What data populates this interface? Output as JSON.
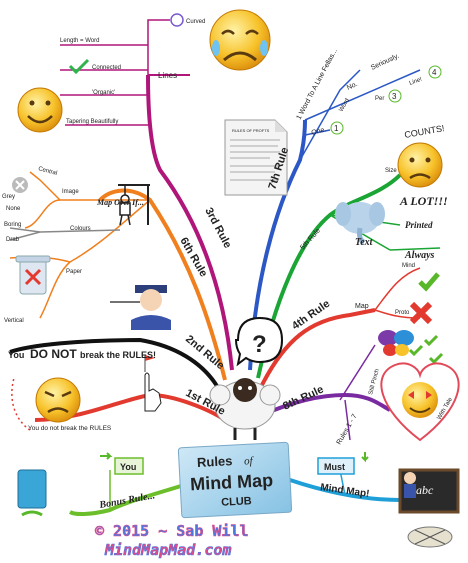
{
  "center": {
    "title_line1": "Rules",
    "title_of": "of",
    "title_line2": "Mind Map",
    "title_line3": "CLUB"
  },
  "branches": {
    "rule1": "1st Rule",
    "rule2": "2nd Rule",
    "rule3": "3rd Rule",
    "rule4": "4th Rule",
    "rule5": "5th Rule",
    "rule6": "6th Rule",
    "rule7": "7th Rule",
    "rule8": "8th Rule"
  },
  "lines_branch": {
    "label": "Lines",
    "curved": "Curved",
    "length": "Length = Word",
    "connected": "Connected",
    "organic": "'Organic'",
    "tapering": "Tapering Beautifully"
  },
  "map_over": {
    "label": "Map Over If...",
    "image": "Image",
    "central": "Central",
    "grey": "Grey",
    "none": "None",
    "colours": "Colours",
    "boring": "Boring",
    "drab": "Drab",
    "paper": "Paper",
    "vertical": "Vertical"
  },
  "rule2_text": {
    "you": "You",
    "do_not": "DO NOT",
    "break": "break the RULES!"
  },
  "rule1_text": "You do not break the RULES",
  "rule7": {
    "one_word": "1 Word To A Line Fellas...",
    "no": "No.",
    "seriously": "Seriously.",
    "one": "One.",
    "num1": "1",
    "word": "Word",
    "per": "Per",
    "num3": "3",
    "line": "Line!",
    "num4": "4"
  },
  "rule5": {
    "size": "Size",
    "counts": "COUNTS!",
    "a_lot": "A LOT!!!",
    "text": "Text",
    "printed": "Printed",
    "always": "Always"
  },
  "rule4": {
    "map": "Map",
    "mind": "Mind",
    "proto": "Proto"
  },
  "rule8": {
    "still_pinch": "Still Pinch",
    "with_tale": "With Tale",
    "rules_1_7": "Rules 1 - 7"
  },
  "bottom": {
    "you": "You",
    "bonus": "Bonus Rule...",
    "must": "Must",
    "mind_map": "Mind Map!",
    "board": "abc"
  },
  "document_title": "RULES OF PROFTS",
  "footer": {
    "copyright": "© 2015 ~ Sab Will",
    "site": "MindMapMad.com"
  },
  "colors": {
    "magenta": "#b0167a",
    "brown": "#8b4a2a",
    "orange": "#f07f1e",
    "black": "#111111",
    "red": "#e23a2f",
    "blue": "#2c58c6",
    "green": "#1aa534",
    "purple": "#7a2aa0",
    "teal": "#1f9fd8",
    "lime": "#6cbf2a"
  }
}
